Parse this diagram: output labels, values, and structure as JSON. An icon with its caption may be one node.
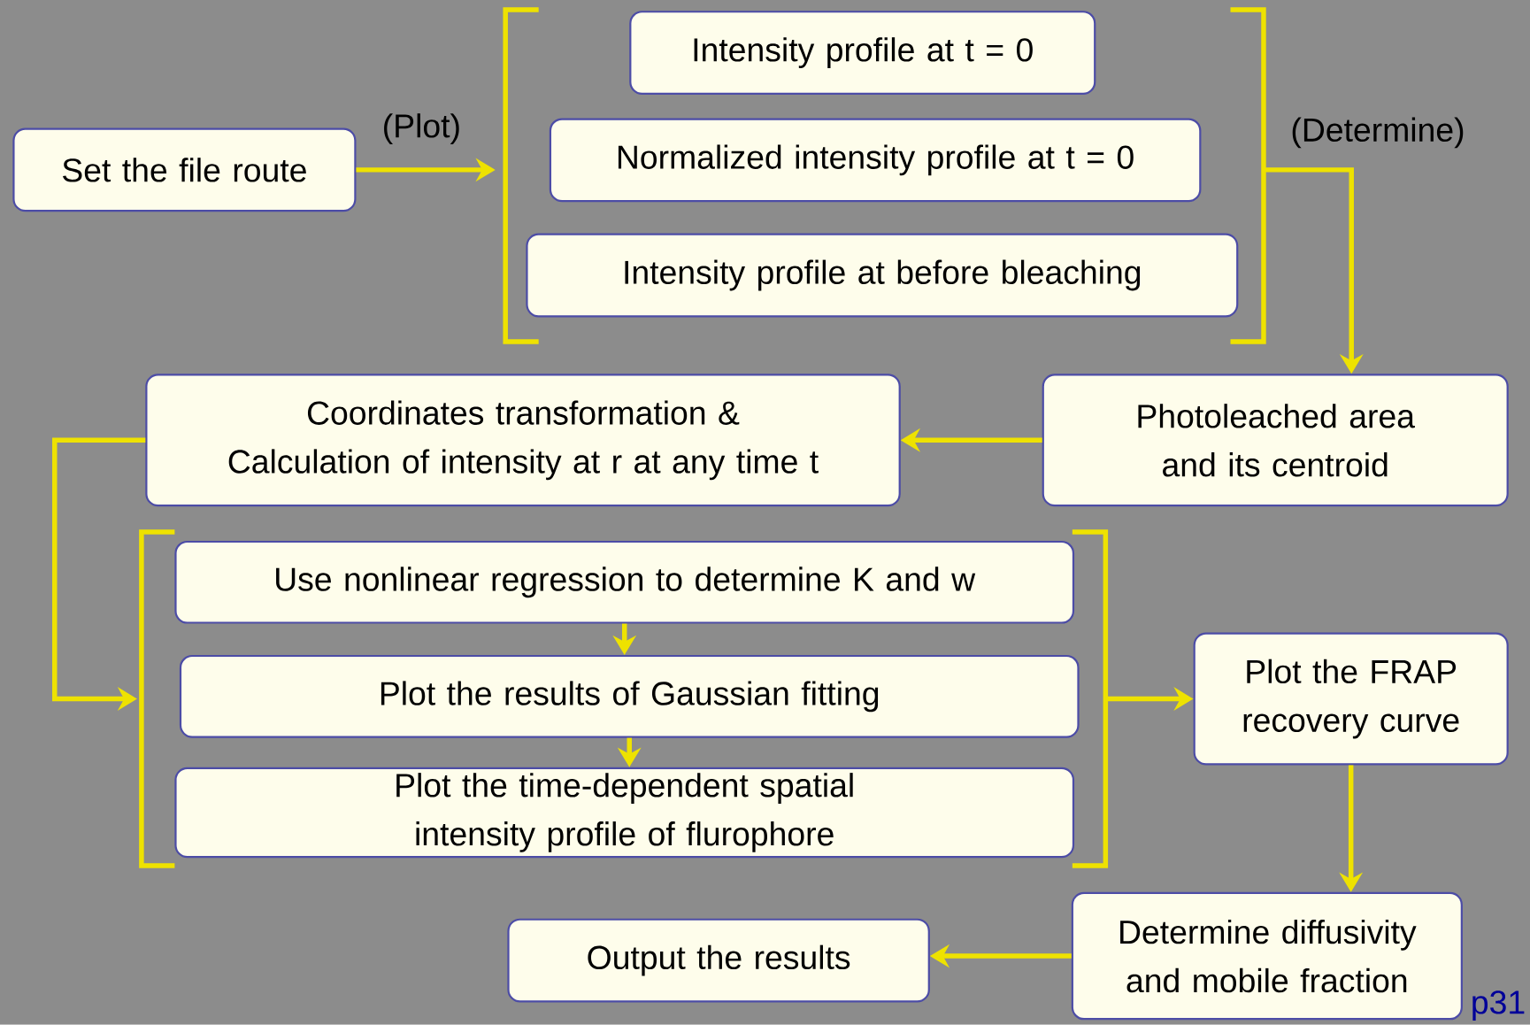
{
  "diagram": {
    "nodes": [
      {
        "text": [
          "Set the file route"
        ]
      },
      {
        "text": [],
        "shape": "bracket"
      },
      {
        "text": [
          "Intensity profile at t = 0"
        ],
        "in": 1
      },
      {
        "text": [
          "Normalized intensity profile at t = 0"
        ],
        "in": 1
      },
      {
        "text": [
          "Intensity profile at before bleaching"
        ],
        "in": 1
      },
      {
        "text": [
          "Photoleached area and its centroid"
        ]
      },
      {
        "text": [
          "Coordinates transformation & Calculation of intensity at r at any time t"
        ]
      },
      {
        "text": [],
        "shape": "bracket"
      },
      {
        "text": [
          "Use nonlinear regression to determine K and w"
        ],
        "in": 7
      },
      {
        "text": [
          "Plot the results of Gaussian fitting"
        ],
        "in": 7
      },
      {
        "text": [
          "Plot the time-dependent spatial intensity profile of flurophore"
        ],
        "in": 7
      },
      {
        "text": [
          "Plot the FRAP recovery curve"
        ]
      },
      {
        "text": [
          "Determine diffusivity and mobile fraction"
        ]
      },
      {
        "text": [
          "Output the results"
        ]
      }
    ],
    "edges": [
      {
        "from": 0,
        "to": 1,
        "arrow": "to",
        "label": "(Plot)"
      },
      {
        "from": 1,
        "to": 5,
        "arrow": "to",
        "label": "(Determine)"
      },
      {
        "from": 5,
        "to": 6,
        "arrow": "to"
      },
      {
        "from": 6,
        "to": 7,
        "arrow": "to"
      },
      {
        "from": 8,
        "to": 9,
        "arrow": "to"
      },
      {
        "from": 9,
        "to": 10,
        "arrow": "to"
      },
      {
        "from": 7,
        "to": 11,
        "arrow": "to"
      },
      {
        "from": 11,
        "to": 12,
        "arrow": "to"
      },
      {
        "from": 12,
        "to": 13,
        "arrow": "to"
      }
    ],
    "labels": [
      "p31"
    ]
  }
}
